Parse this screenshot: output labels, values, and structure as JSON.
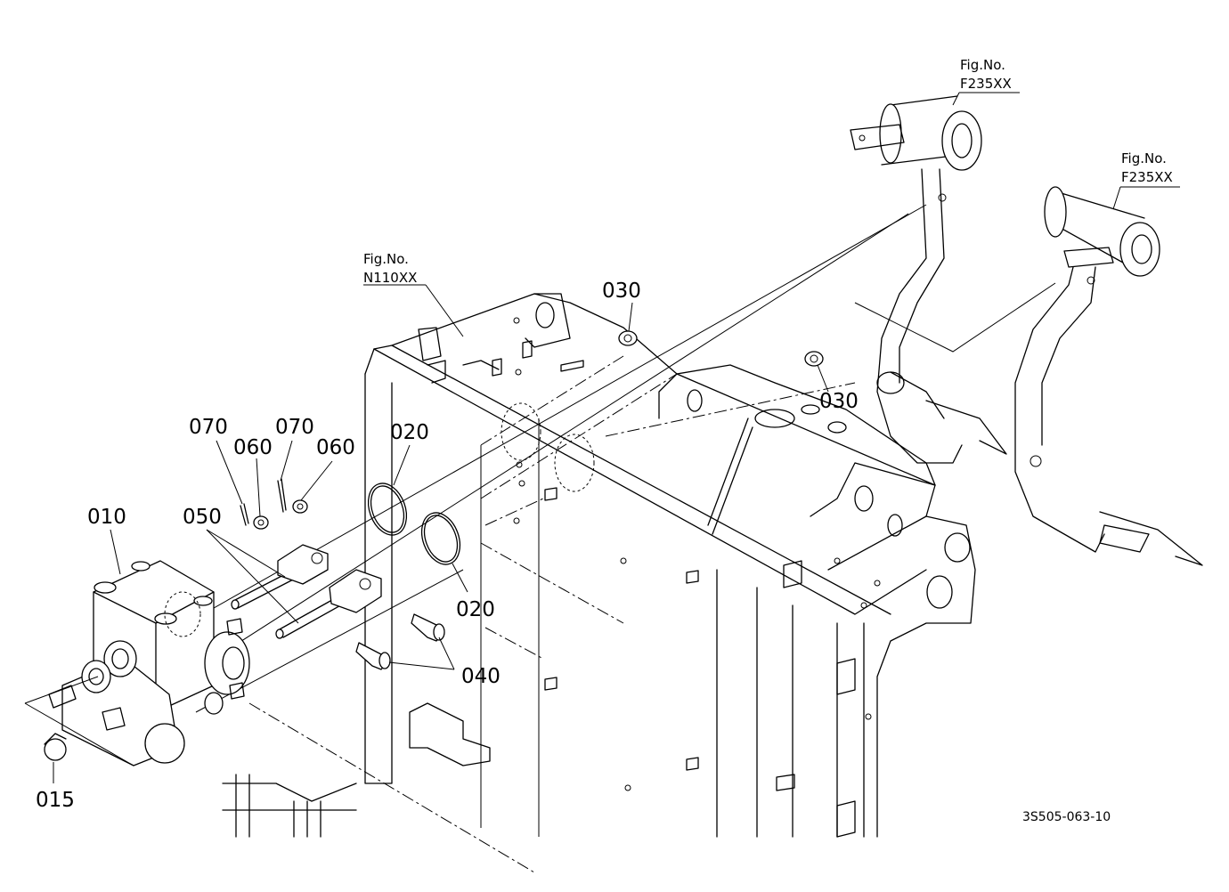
{
  "figure_refs": [
    {
      "line1": "Fig.No.",
      "line2": "F235XX"
    },
    {
      "line1": "Fig.No.",
      "line2": "F235XX"
    },
    {
      "line1": "Fig.No.",
      "line2": "N110XX"
    }
  ],
  "callouts": {
    "p010": "010",
    "p015": "015",
    "p020a": "020",
    "p020b": "020",
    "p030a": "030",
    "p030b": "030",
    "p040": "040",
    "p050": "050",
    "p060a": "060",
    "p060b": "060",
    "p070a": "070",
    "p070b": "070"
  },
  "drawing_code": "3S505-063-10"
}
